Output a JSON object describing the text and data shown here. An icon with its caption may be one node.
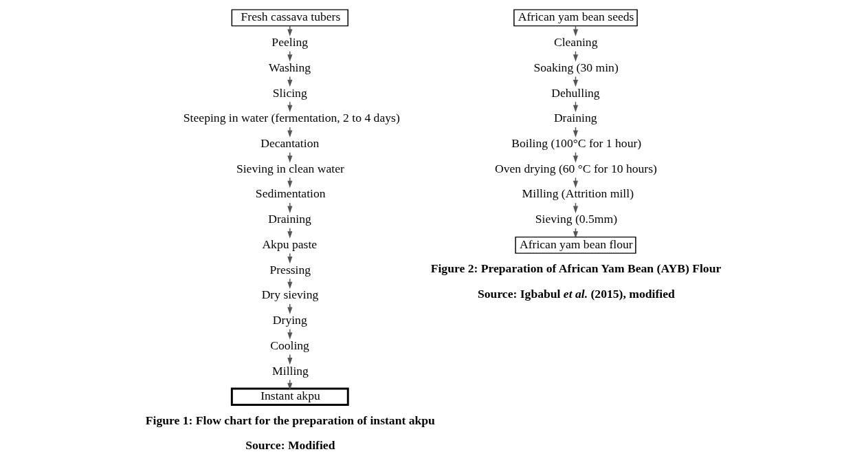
{
  "diagram": {
    "nodes": [
      {
        "text": [
          "Fresh cassava tubers"
        ]
      },
      {
        "text": [
          "Peeling"
        ]
      },
      {
        "text": [
          "Washing"
        ]
      },
      {
        "text": [
          "Slicing"
        ]
      },
      {
        "text": [
          "Steeping in water (fermentation, 2 to 4 days)"
        ]
      },
      {
        "text": [
          "Decantation"
        ]
      },
      {
        "text": [
          "Sieving in clean water"
        ]
      },
      {
        "text": [
          "Sedimentation"
        ]
      },
      {
        "text": [
          "Draining"
        ]
      },
      {
        "text": [
          "Akpu paste"
        ]
      },
      {
        "text": [
          "Pressing"
        ]
      },
      {
        "text": [
          "Dry sieving"
        ]
      },
      {
        "text": [
          "Drying"
        ]
      },
      {
        "text": [
          "Cooling"
        ]
      },
      {
        "text": [
          "Milling"
        ]
      },
      {
        "text": [
          "Instant akpu"
        ]
      },
      {
        "text": [
          "African yam bean seeds"
        ]
      },
      {
        "text": [
          "Cleaning"
        ]
      },
      {
        "text": [
          "Soaking (30 min)"
        ]
      },
      {
        "text": [
          "Dehulling"
        ]
      },
      {
        "text": [
          "Draining"
        ]
      },
      {
        "text": [
          "Boiling (100°C for 1 hour)"
        ]
      },
      {
        "text": [
          "Oven drying (60 °C for 10 hours)"
        ]
      },
      {
        "text": [
          "Milling (Attrition mill)"
        ]
      },
      {
        "text": [
          "Sieving (0.5mm)"
        ]
      },
      {
        "text": [
          "African yam bean flour"
        ]
      }
    ],
    "edges": [
      {
        "from": 0,
        "to": 1,
        "arrow": "to"
      },
      {
        "from": 1,
        "to": 2,
        "arrow": "to"
      },
      {
        "from": 2,
        "to": 3,
        "arrow": "to"
      },
      {
        "from": 3,
        "to": 4,
        "arrow": "to"
      },
      {
        "from": 4,
        "to": 5,
        "arrow": "to"
      },
      {
        "from": 5,
        "to": 6,
        "arrow": "to"
      },
      {
        "from": 6,
        "to": 7,
        "arrow": "to"
      },
      {
        "from": 7,
        "to": 8,
        "arrow": "to"
      },
      {
        "from": 8,
        "to": 9,
        "arrow": "to"
      },
      {
        "from": 9,
        "to": 10,
        "arrow": "to"
      },
      {
        "from": 10,
        "to": 11,
        "arrow": "to"
      },
      {
        "from": 11,
        "to": 12,
        "arrow": "to"
      },
      {
        "from": 12,
        "to": 13,
        "arrow": "to"
      },
      {
        "from": 13,
        "to": 14,
        "arrow": "to"
      },
      {
        "from": 14,
        "to": 15,
        "arrow": "to"
      },
      {
        "from": 16,
        "to": 17,
        "arrow": "to"
      },
      {
        "from": 17,
        "to": 18,
        "arrow": "to"
      },
      {
        "from": 18,
        "to": 19,
        "arrow": "to"
      },
      {
        "from": 19,
        "to": 20,
        "arrow": "to"
      },
      {
        "from": 20,
        "to": 21,
        "arrow": "to"
      },
      {
        "from": 21,
        "to": 22,
        "arrow": "to"
      },
      {
        "from": 22,
        "to": 23,
        "arrow": "to"
      },
      {
        "from": 23,
        "to": 24,
        "arrow": "to"
      },
      {
        "from": 24,
        "to": 25,
        "arrow": "to"
      }
    ],
    "labels": [
      "Figure 1: Flow chart for the preparation of instant akpu",
      "Source: Modified",
      "Figure 2: Preparation of African Yam Bean (AYB) Flour",
      "Source: Igbabul *et al.* (2015), modified"
    ]
  }
}
